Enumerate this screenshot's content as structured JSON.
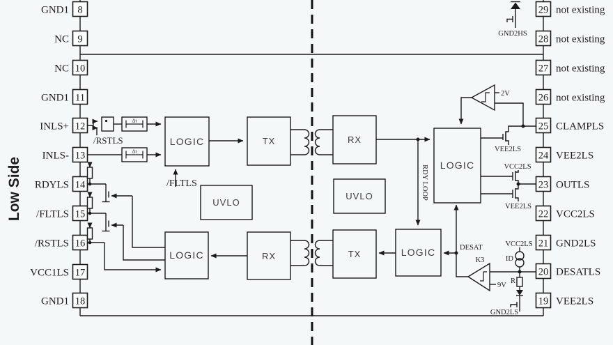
{
  "side_label": "Low Side",
  "pins": {
    "left": [
      {
        "num": "8",
        "label": "GND1"
      },
      {
        "num": "9",
        "label": "NC"
      },
      {
        "num": "10",
        "label": "NC"
      },
      {
        "num": "11",
        "label": "GND1"
      },
      {
        "num": "12",
        "label": "INLS+"
      },
      {
        "num": "13",
        "label": "INLS-"
      },
      {
        "num": "14",
        "label": "RDYLS"
      },
      {
        "num": "15",
        "label": "/FLTLS"
      },
      {
        "num": "16",
        "label": "/RSTLS"
      },
      {
        "num": "17",
        "label": "VCC1LS"
      },
      {
        "num": "18",
        "label": "GND1"
      }
    ],
    "right": [
      {
        "num": "29",
        "label": "not existing"
      },
      {
        "num": "28",
        "label": "not existing"
      },
      {
        "num": "27",
        "label": "not existing"
      },
      {
        "num": "26",
        "label": "not existing"
      },
      {
        "num": "25",
        "label": "CLAMPLS"
      },
      {
        "num": "24",
        "label": "VEE2LS"
      },
      {
        "num": "23",
        "label": "OUTLS"
      },
      {
        "num": "22",
        "label": "VCC2LS"
      },
      {
        "num": "21",
        "label": "GND2LS"
      },
      {
        "num": "20",
        "label": "DESATLS"
      },
      {
        "num": "19",
        "label": "VEE2LS"
      }
    ]
  },
  "blocks": {
    "logic_input": "LOGIC",
    "tx_top": "TX",
    "rx_top": "RX",
    "uvlo_left": "UVLO",
    "uvlo_right": "UVLO",
    "logic_output": "LOGIC",
    "logic_bottom_left": "LOGIC",
    "rx_bottom": "RX",
    "tx_bottom": "TX",
    "logic_bottom_right": "LOGIC"
  },
  "labels": {
    "rstls_signal": "/RSTLS",
    "fltls_signal": "/FLTLS",
    "filter_delay": "Δt",
    "comparator_ref_2v": "2V",
    "comparator_ref_9v": "9V",
    "comparator_k3": "K3",
    "desat_signal": "DESAT",
    "rdy_loop": "RDY LOOP",
    "clamp_fet_source": "VEE2LS",
    "out_fet_high_supply": "VCC2LS",
    "out_fet_low_supply": "VEE2LS",
    "desat_supply": "VCC2LS",
    "desat_current_source": "ID",
    "desat_resistor": "R",
    "desat_gnd": "GND2LS",
    "highside_gnd": "GND2HS"
  },
  "colors": {
    "line": "#1a1a1a",
    "background": "#f4f8f8"
  }
}
